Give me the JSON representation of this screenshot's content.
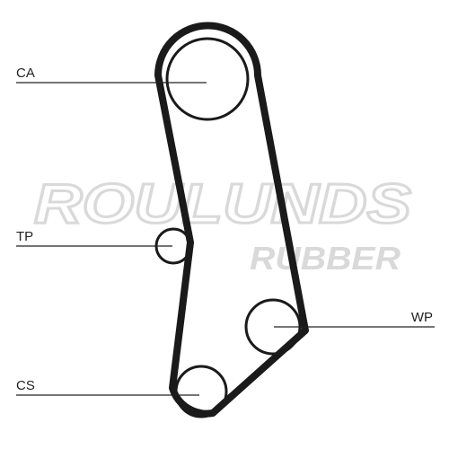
{
  "watermark": {
    "brand": "ROULUNDS",
    "sub": "RUBBER",
    "color": "#d9d9d9"
  },
  "labels": {
    "camshaft": "CA",
    "tensioner": "TP",
    "water_pump": "WP",
    "crankshaft": "CS"
  },
  "colors": {
    "belt": "#1a1a1a",
    "line": "#222222"
  }
}
